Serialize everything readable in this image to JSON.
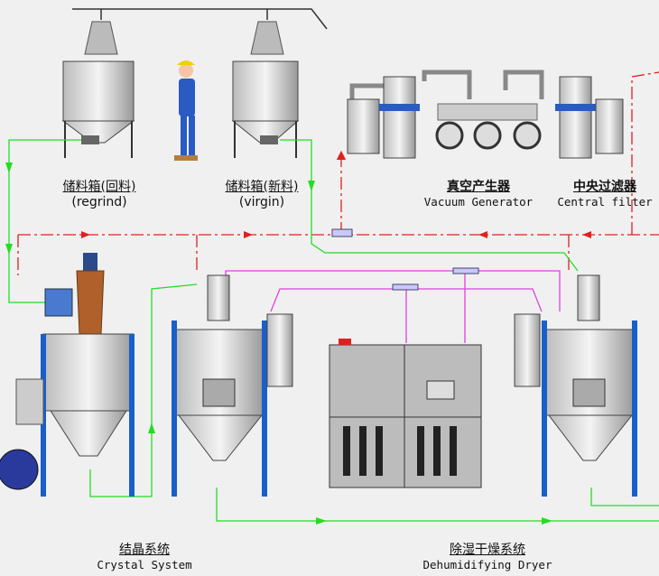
{
  "labels": {
    "regrind": {
      "cn": "储料箱(回料)",
      "en": "(regrind)"
    },
    "virgin": {
      "cn": "储料箱(新料)",
      "en": "(virgin)"
    },
    "vacuum": {
      "cn": "真空产生器",
      "en": "Vacuum Generator"
    },
    "filter": {
      "cn": "中央过滤器",
      "en": "Central filter"
    },
    "crystal": {
      "cn": "结晶系统",
      "en": "Crystal System"
    },
    "dryer": {
      "cn": "除湿干燥系统",
      "en": "Dehumidifying Dryer"
    }
  },
  "colors": {
    "material_line": "#22dd22",
    "vacuum_line": "#e02020",
    "air_line": "#e040e0",
    "frame": "#1a5fc8",
    "background": "#f0f0f0"
  }
}
